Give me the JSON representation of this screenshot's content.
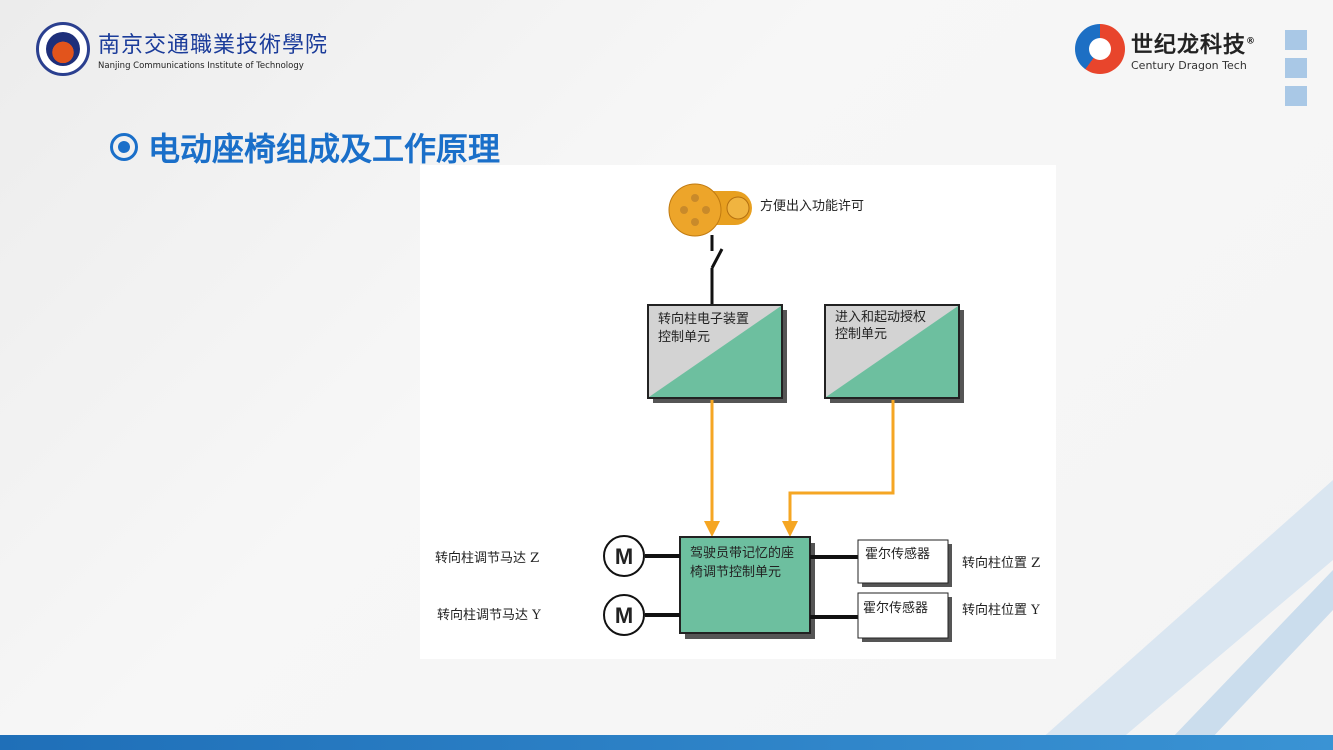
{
  "header": {
    "school_name_cn": "南京交通職業技術學院",
    "school_name_en": "Nanjing Communications Institute of Technology",
    "brand_cn": "世纪龙科技",
    "brand_en": "Century Dragon Tech",
    "brand_mark": "®"
  },
  "slide": {
    "title": "电动座椅组成及工作原理"
  },
  "diagram": {
    "key_label": "方便出入功能许可",
    "box1": [
      "转向柱电子装置",
      "控制单元"
    ],
    "box2": [
      "进入和起动授权",
      "控制单元"
    ],
    "main": [
      "驾驶员带记忆的座",
      "椅调节控制单元"
    ],
    "motor_symbol": "M",
    "motor_z": "转向柱调节马达 Z",
    "motor_y": "转向柱调节马达 Y",
    "hall": "霍尔传感器",
    "pos_z": "转向柱位置 Z",
    "pos_y": "转向柱位置 Y"
  },
  "colors": {
    "accent": "#1a6fc9",
    "green": "#6dbf9f",
    "orange": "#f5a623"
  }
}
